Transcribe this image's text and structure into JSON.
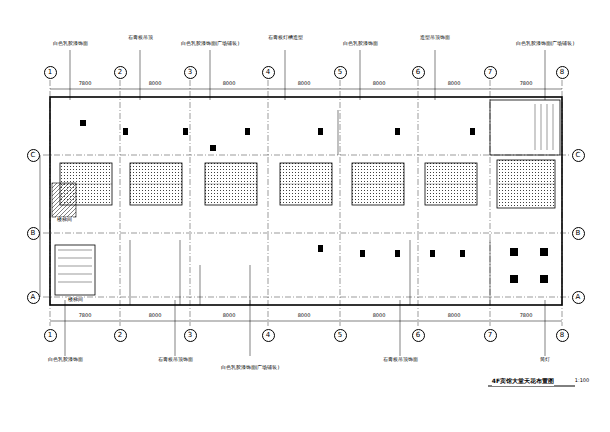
{
  "diagram": {
    "title": "4F宾馆大堂天花布置图",
    "nodes": [
      {
        "text": [
          "1"
        ]
      },
      {
        "text": [
          "2"
        ]
      },
      {
        "text": [
          "3"
        ]
      },
      {
        "text": [
          "4"
        ]
      },
      {
        "text": [
          "5"
        ]
      },
      {
        "text": [
          "6"
        ]
      },
      {
        "text": [
          "7"
        ]
      },
      {
        "text": [
          "8"
        ]
      },
      {
        "text": [
          "1"
        ]
      },
      {
        "text": [
          "2"
        ]
      },
      {
        "text": [
          "3"
        ]
      },
      {
        "text": [
          "4"
        ]
      },
      {
        "text": [
          "5"
        ]
      },
      {
        "text": [
          "6"
        ]
      },
      {
        "text": [
          "7"
        ]
      },
      {
        "text": [
          "8"
        ]
      },
      {
        "text": [
          "C"
        ]
      },
      {
        "text": [
          "B"
        ]
      },
      {
        "text": [
          "A"
        ]
      },
      {
        "text": [
          "C"
        ]
      },
      {
        "text": [
          "B"
        ]
      },
      {
        "text": [
          "A"
        ]
      }
    ],
    "labels": [
      "白色乳胶漆饰面",
      "石膏板吊顶",
      "白色乳胶漆饰面(广场铺装)",
      "石膏板灯槽造型",
      "白色乳胶漆饰面",
      "造型吊顶饰面",
      "白色乳胶漆饰面(广场铺装)",
      "7800",
      "8000",
      "8000",
      "8000",
      "8000",
      "8000",
      "7800",
      "7800",
      "8000",
      "8000",
      "8000",
      "8000",
      "8000",
      "7800",
      "白色乳胶漆饰面",
      "石膏板吊顶饰面",
      "白色乳胶漆饰面(广场铺装)",
      "石膏板吊顶饰面",
      "筒灯",
      "楼梯间",
      "楼梯间",
      "1:100"
    ]
  }
}
